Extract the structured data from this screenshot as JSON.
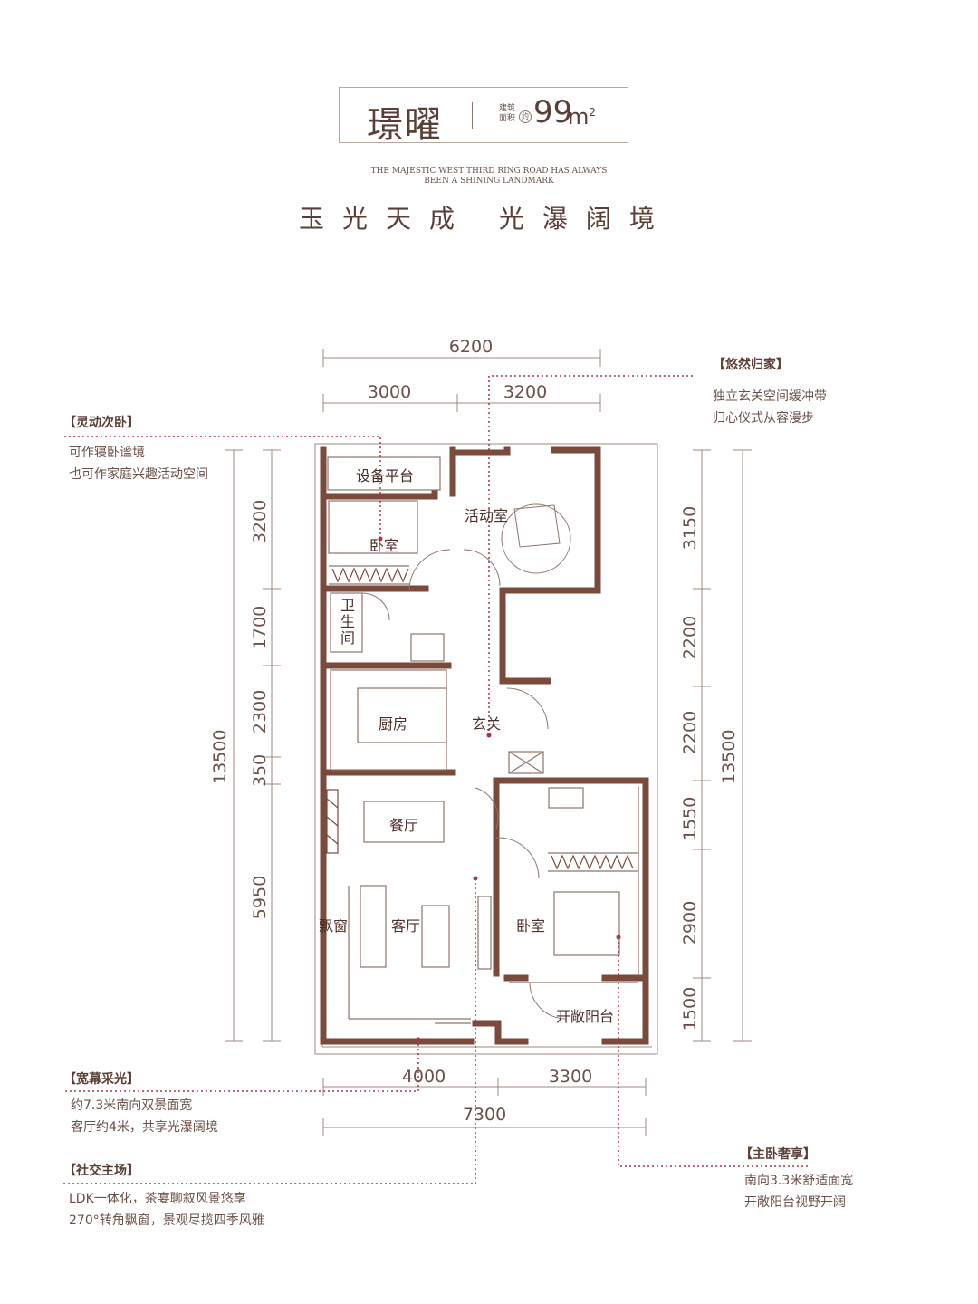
{
  "header": {
    "name": "璟曜",
    "area_label": "建筑面积",
    "area_approx": "约",
    "area_value": "99",
    "area_unit": "m",
    "area_sup": "2",
    "english_line1": "THE MAJESTIC WEST THIRD RING ROAD HAS ALWAYS",
    "english_line2": "BEEN A SHINING LANDMARK",
    "slogan": "玉光天成  光瀑阔境"
  },
  "dimensions": {
    "top_total": "6200",
    "top_left": "3000",
    "top_right": "3200",
    "bottom_left": "4000",
    "bottom_right": "3300",
    "bottom_total": "7300",
    "left_1": "3200",
    "left_2": "1700",
    "left_3": "2300",
    "left_4": "350",
    "left_5": "5950",
    "left_total": "13500",
    "right_1": "3150",
    "right_2": "2200",
    "right_3": "2200",
    "right_4": "1550",
    "right_5": "2900",
    "right_6": "1500",
    "right_total": "13500"
  },
  "rooms": {
    "equipment": "设备平台",
    "activity": "活动室",
    "bedroom_small": "卧室",
    "bathroom": "卫生间",
    "kitchen": "厨房",
    "entrance": "玄关",
    "dining": "餐厅",
    "bay_window": "飘窗",
    "living": "客厅",
    "bedroom_master": "卧室",
    "balcony": "开敞阳台"
  },
  "annotations": {
    "home": {
      "title": "【悠然归家】",
      "lines": [
        "独立玄关空间缓冲带",
        "归心仪式从容漫步"
      ]
    },
    "second_bedroom": {
      "title": "【灵动次卧】",
      "lines": [
        "可作寝卧谧境",
        "也可作家庭兴趣活动空间"
      ]
    },
    "light": {
      "title": "【宽幕采光】",
      "lines": [
        "约7.3米南向双景面宽",
        "客厅约4米，共享光瀑阔境"
      ]
    },
    "social": {
      "title": "【社交主场】",
      "lines": [
        "LDK一体化，茶宴聊叙风景悠享",
        "270°转角飘窗，景观尽揽四季风雅"
      ]
    },
    "master": {
      "title": "【主卧奢享】",
      "lines": [
        "南向3.3米舒适面宽",
        "开敞阳台视野开阔"
      ]
    }
  },
  "colors": {
    "wall": "#7a4a3c",
    "text": "#5a3f36",
    "accent_dotted": "#b0324a",
    "thin_line": "#a08a80"
  }
}
